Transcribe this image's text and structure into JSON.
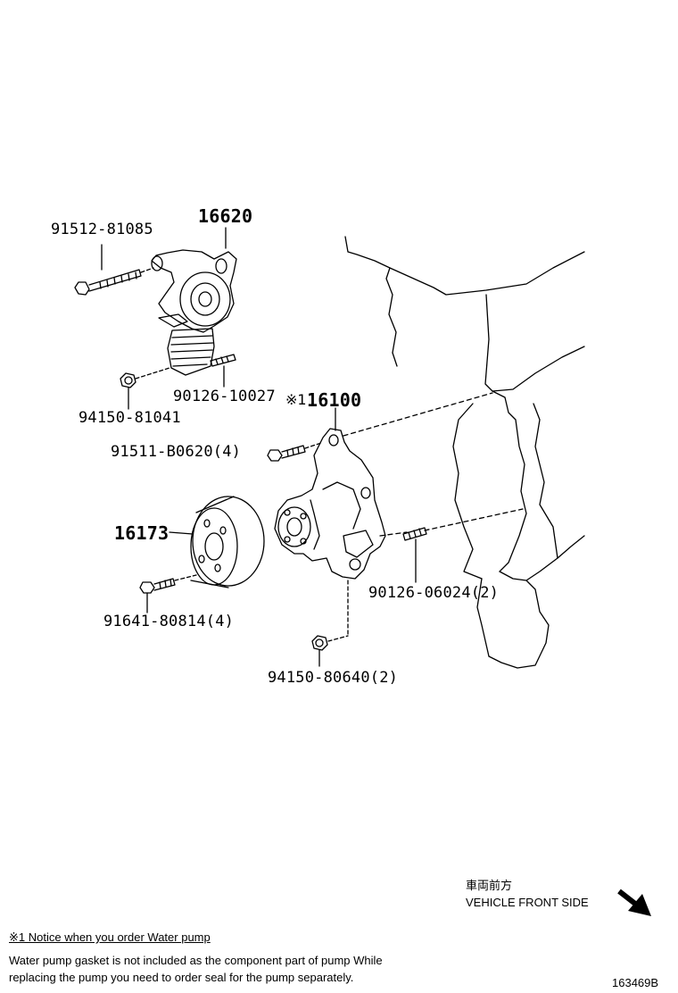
{
  "parts": {
    "tensioner_bolt": "91512-81085",
    "tensioner": "16620",
    "stud_upper": "90126-10027",
    "nut_upper": "94150-81041",
    "water_pump": "16100",
    "water_pump_mark": "※1",
    "pump_bolt": "91511-B0620(4)",
    "pulley": "16173",
    "pulley_bolt": "91641-80814(4)",
    "stud_lower": "90126-06024(2)",
    "nut_lower": "94150-80640(2)"
  },
  "direction": {
    "jp": "車両前方",
    "en": "VEHICLE FRONT SIDE"
  },
  "notice": {
    "title": "※1 Notice when you order Water pump",
    "line1": "Water pump gasket is not included as the component part of pump While",
    "line2": "replacing the pump you need to order seal for the pump separately."
  },
  "diagram_id": "163469B"
}
